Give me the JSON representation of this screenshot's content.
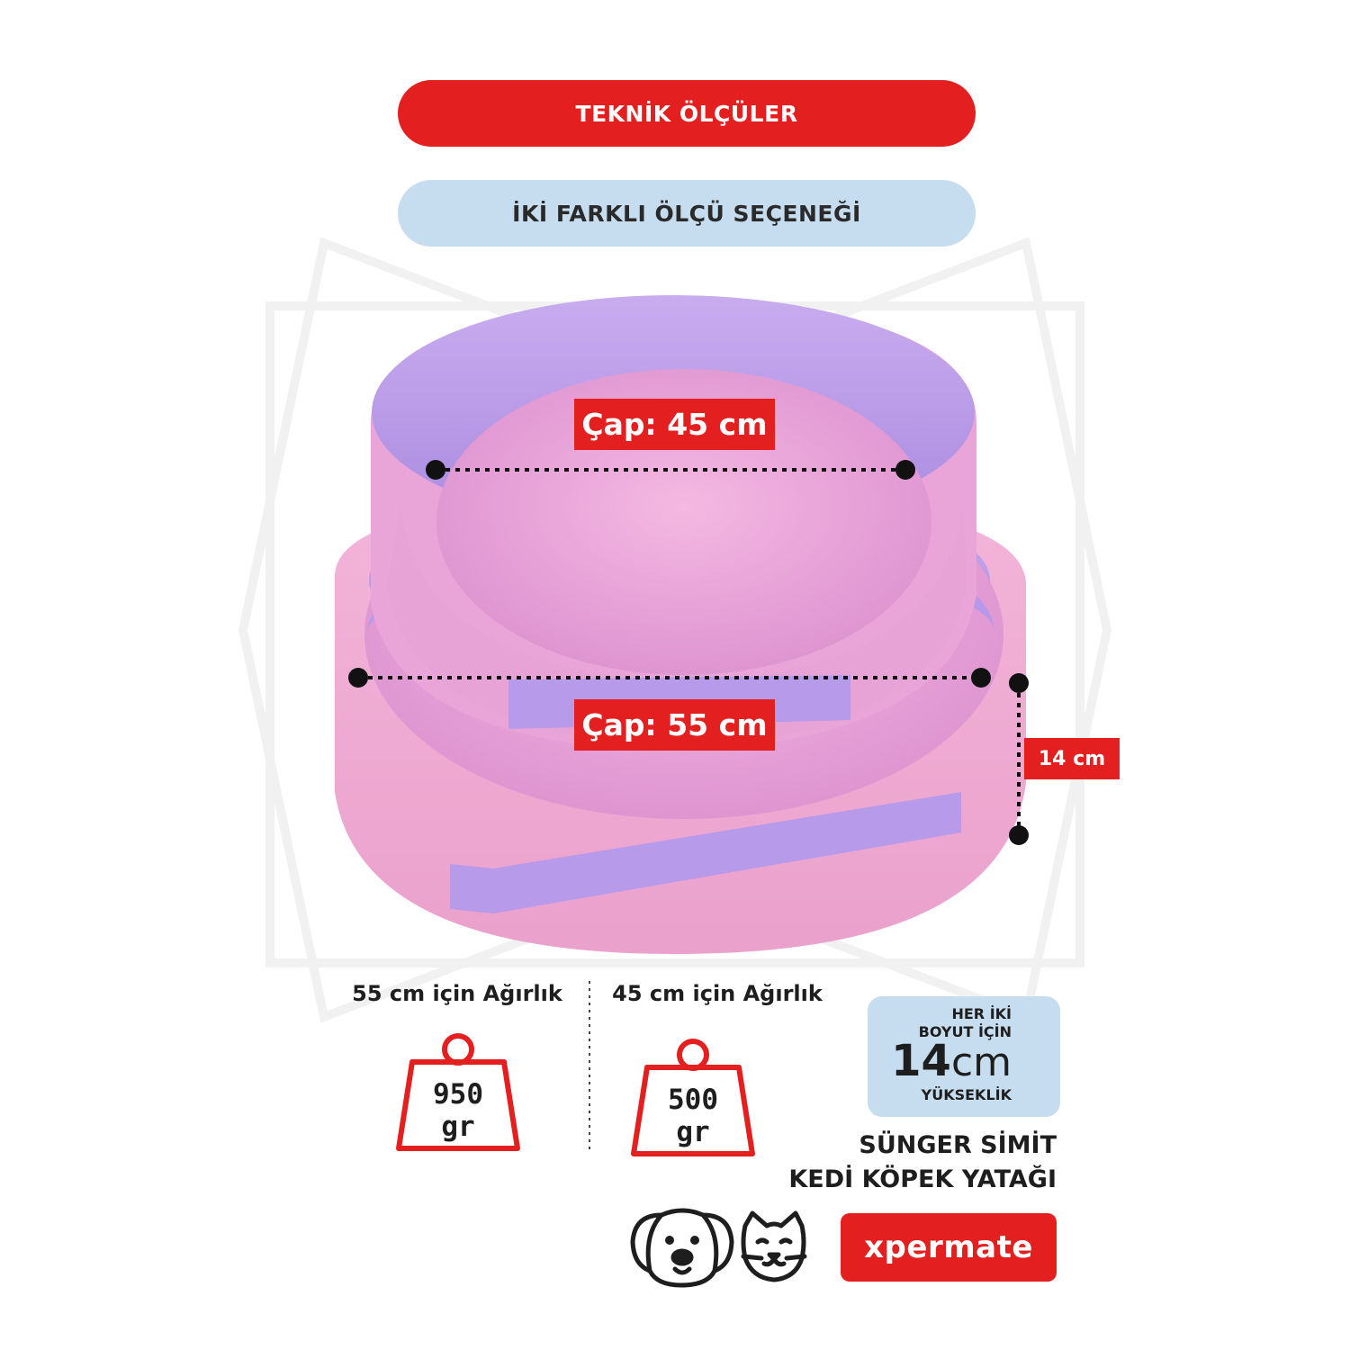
{
  "header": {
    "title": "TEKNİK ÖLÇÜLER",
    "subtitle": "İKİ FARKLI ÖLÇÜ SEÇENEĞİ"
  },
  "dimensions": {
    "small_diameter": "Çap: 45 cm",
    "large_diameter": "Çap: 55 cm",
    "height": "14 cm"
  },
  "weights": [
    {
      "title": "55 cm için Ağırlık",
      "value": "950",
      "unit": "gr"
    },
    {
      "title": "45 cm için Ağırlık",
      "value": "500",
      "unit": "gr"
    }
  ],
  "height_badge": {
    "line1": "HER İKİ",
    "line2": "BOYUT İÇİN",
    "number": "14",
    "unit": "cm",
    "line3": "YÜKSEKLİK"
  },
  "product": {
    "line1": "SÜNGER SİMİT",
    "line2": "KEDİ KÖPEK YATAĞI"
  },
  "icons": [
    "dog-icon",
    "cat-icon",
    "weight-icon",
    "ruler-icon"
  ],
  "brand": "xpermate",
  "colors": {
    "accent_red": "#e3201f",
    "light_blue": "#c6dcef",
    "bed_pink": "#f0a9d3",
    "bed_lilac": "#b49ae6"
  }
}
